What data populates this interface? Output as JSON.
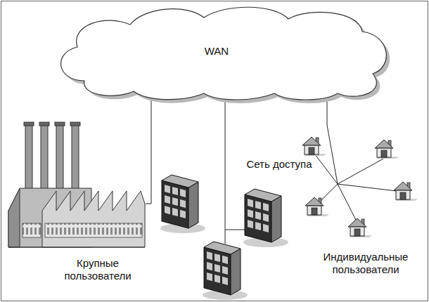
{
  "diagram": {
    "nodes": [
      {
        "text": [
          "WAN"
        ]
      },
      {
        "text": [
          "Крупные пользователи"
        ]
      },
      {
        "text": [
          "Сеть доступа"
        ]
      },
      {
        "text": [
          "Индивидуальные пользователи"
        ]
      }
    ],
    "edges": [
      {
        "from": 0,
        "to": 1,
        "arrow": "none"
      },
      {
        "from": 0,
        "to": 2,
        "arrow": "none"
      },
      {
        "from": 0,
        "to": 3,
        "arrow": "none"
      }
    ]
  }
}
